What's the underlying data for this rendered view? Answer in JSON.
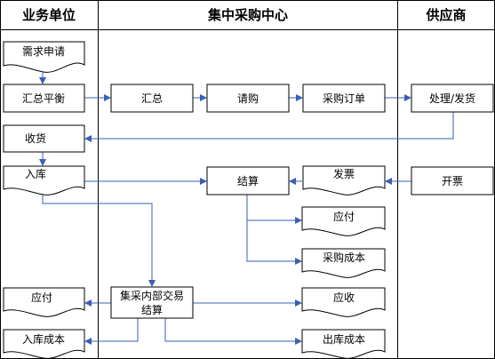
{
  "lanes": {
    "business": "业务单位",
    "center": "集中采购中心",
    "supplier": "供应商"
  },
  "nodes": {
    "demand_request": "需求申请",
    "summary_balance": "汇总平衡",
    "summarize": "汇总",
    "purchase_request": "请购",
    "purchase_order": "采购订单",
    "process_ship": "处理/发货",
    "receive_goods": "收货",
    "warehousing": "入库",
    "settlement": "结算",
    "invoice": "发票",
    "issue_invoice": "开票",
    "payable_center": "应付",
    "purchase_cost": "采购成本",
    "internal_trade_line1": "集采内部交易",
    "internal_trade_line2": "结算",
    "payable_business": "应付",
    "receivable": "应收",
    "warehousing_cost": "入库成本",
    "outbound_cost": "出库成本"
  },
  "colors": {
    "connector": "#3a5fb4",
    "border": "#000000"
  }
}
